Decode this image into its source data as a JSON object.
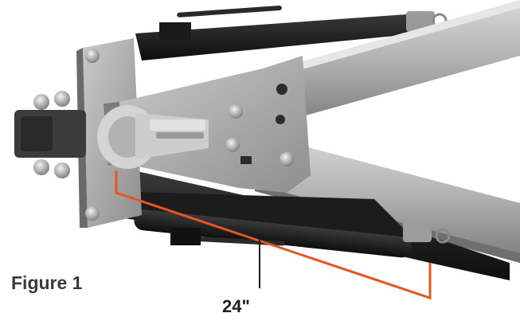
{
  "figure": {
    "label": "Figure 1",
    "measurement": "24\"",
    "colors": {
      "measure_line": "#e2581f",
      "frame": "#1b1b1b",
      "steel": "#a8a8a8",
      "steel_dark": "#6e6e6e",
      "tube": "#bdbdbd",
      "coupler": "#cfcfcf",
      "hitch": "#3b3b3b",
      "caption": "#3a3a3a"
    },
    "icons": [
      "tow-bar-photo",
      "measurement-bracket"
    ]
  }
}
